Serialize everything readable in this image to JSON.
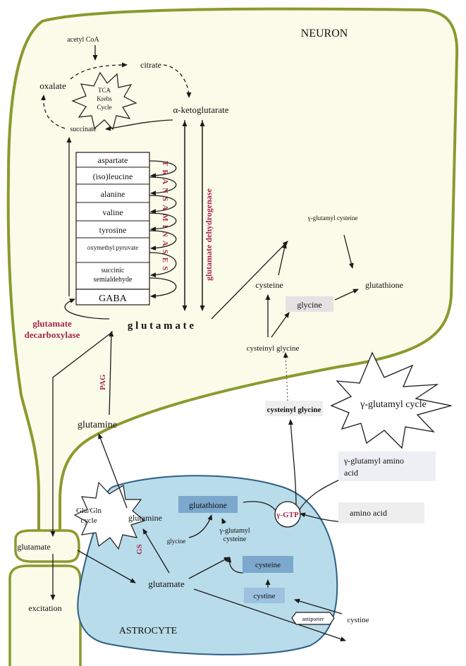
{
  "labels": {
    "neuron": "NEURON",
    "astrocyte": "ASTROCYTE",
    "acetyl_coa": "acetyl CoA",
    "citrate": "citrate",
    "oxalate": "oxalate",
    "tca_1": "TCA",
    "tca_2": "Krebs",
    "tca_3": "Cycle",
    "succinate": "succinate",
    "alpha_kg": "α-ketoglutarate",
    "transaminases": "TRANSAMINASES",
    "glutamate_dehydrogenase": "glutamate dehydrogenase",
    "glutamate_decarboxylase_1": "glutamate",
    "glutamate_decarboxylase_2": "decarboxylase",
    "glutamate_main": "g l u t a m a t e",
    "pag": "PAG",
    "glutamine_neuron": "glutamine",
    "gamma_glutamyl_cysteine": "γ-glutamyl cysteine",
    "cysteine_neuron": "cysteine",
    "glutathione_neuron": "glutathione",
    "glycine_neuron": "glycine",
    "cysteinyl_glycine_neuron": "cysteinyl glycine",
    "cysteinyl_glycine_boundary": "cysteinyl glycine",
    "gamma_glutamyl_cycle": "γ-glutamyl cycle",
    "gamma_glutamyl_amino_acid_1": "γ-glutamyl amino",
    "gamma_glutamyl_amino_acid_2": "acid",
    "amino_acid": "amino acid",
    "gamma_gtp": "γ-GTP",
    "glu_gln_1": "Glu/Gln",
    "glu_gln_2": "cycle",
    "glutamine_astro": "glutamine",
    "glutathione_astro": "glutathione",
    "glycine_astro": "glycine",
    "gamma_glutamyl_cysteine_astro_1": "γ-glutamyl",
    "gamma_glutamyl_cysteine_astro_2": "cysteine",
    "gs": "GS",
    "glutamate_astro": "glutamate",
    "cysteine_astro": "cysteine",
    "cystine_astro": "cystine",
    "antiporter": "antiporter",
    "cystine_out": "cystine",
    "glutamate_synapse": "glutamate",
    "excitation": "excitation"
  },
  "amino_acid_boxes": [
    "aspartate",
    "(iso)leucine",
    "alanine",
    "valine",
    "tyrosine",
    "oxymethyl pyruvate",
    "succinic",
    "semialdehyde",
    "GABA"
  ],
  "colors": {
    "neuron_fill": "#fbfbe9",
    "neuron_stroke": "#8a9a2e",
    "astrocyte_fill": "#b9dcea",
    "astrocyte_stroke": "#2e5f86",
    "box_dark": "#7ba8cc",
    "box_light": "#9cc2e0",
    "box_neuron": "#e3e3e3",
    "enzyme_red": "#a3284e"
  }
}
